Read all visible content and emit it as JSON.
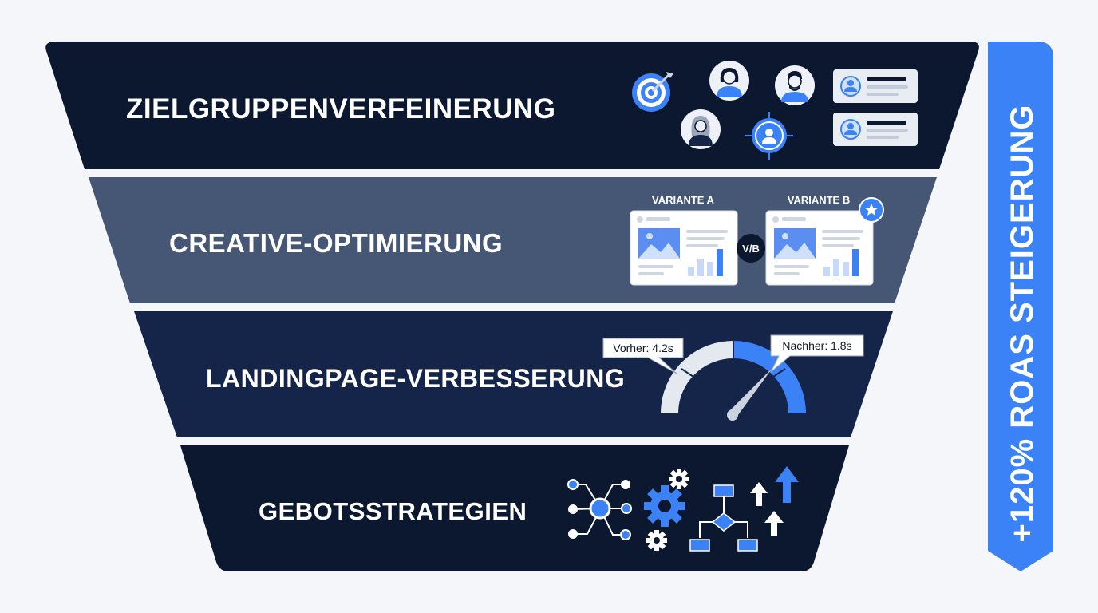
{
  "colors": {
    "background": "#f4f6f9",
    "tier_dark": "#0c1730",
    "tier_slate": "#465775",
    "tier_navy": "#15254a",
    "accent_blue": "#3b82f6",
    "white": "#ffffff"
  },
  "tiers": [
    {
      "label": "ZIELGRUPPENVERFEINERUNG",
      "icons": [
        "target-icon",
        "woman-avatar-icon",
        "man-avatar-icon",
        "woman-avatar-icon",
        "crosshair-user-icon",
        "profile-card-icon",
        "profile-card-icon"
      ]
    },
    {
      "label": "CREATIVE-OPTIMIERUNG",
      "variant_a": "VARIANTE A",
      "variant_b": "VARIANTE B",
      "versus": "V/B",
      "icons": [
        "ad-variant-card-icon",
        "star-badge-icon"
      ]
    },
    {
      "label": "LANDINGPAGE-VERBESSERUNG",
      "before": "Vorher: 4.2s",
      "after": "Nachher: 1.8s",
      "icons": [
        "speed-gauge-icon"
      ]
    },
    {
      "label": "GEBOTSSTRATEGIEN",
      "icons": [
        "network-nodes-icon",
        "gears-icon",
        "flowchart-icon",
        "up-arrows-icon"
      ]
    }
  ],
  "roas_banner": "+120% ROAS STEIGERUNG"
}
